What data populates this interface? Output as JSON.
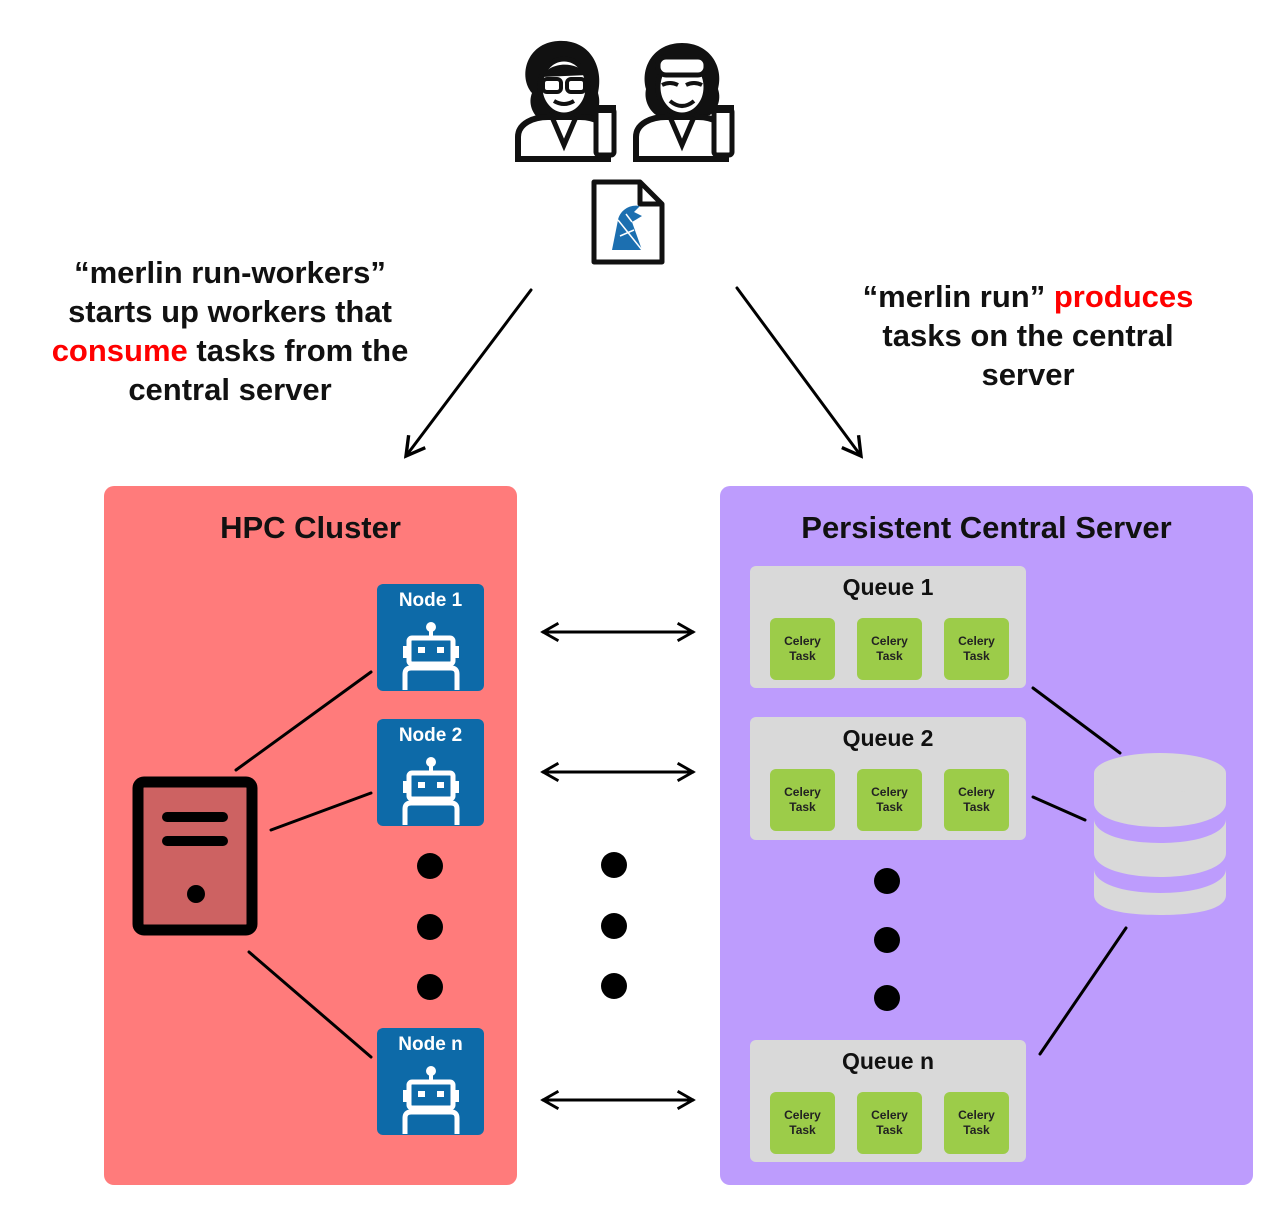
{
  "colors": {
    "hpc_panel": "#ff7b7b",
    "server_panel": "#bd9cfd",
    "node_box": "#0d6aa8",
    "queue_box": "#d9d9d9",
    "task_box": "#9ccc49",
    "highlight": "#ff0000",
    "db_shape": "#d9d9d9"
  },
  "left_caption": {
    "line1": "“merlin run-workers”",
    "line2": "starts up workers that",
    "line3_highlight": "consume",
    "line3_rest": " tasks from the",
    "line4": "central server"
  },
  "right_caption": {
    "line1_start": "“merlin run” ",
    "line1_highlight": "produces",
    "line2": "tasks on the central",
    "line3": "server"
  },
  "hpc": {
    "title": "HPC Cluster",
    "nodes": [
      {
        "label": "Node 1"
      },
      {
        "label": "Node 2"
      },
      {
        "label": "Node n"
      }
    ]
  },
  "server": {
    "title": "Persistent Central Server",
    "queues": [
      {
        "label": "Queue 1",
        "tasks": [
          "Celery\nTask",
          "Celery\nTask",
          "Celery\nTask"
        ]
      },
      {
        "label": "Queue 2",
        "tasks": [
          "Celery\nTask",
          "Celery\nTask",
          "Celery\nTask"
        ]
      },
      {
        "label": "Queue n",
        "tasks": [
          "Celery\nTask",
          "Celery\nTask",
          "Celery\nTask"
        ]
      }
    ]
  },
  "icons": {
    "scientists": [
      "scientist-woman-icon",
      "scientist-man-icon"
    ],
    "spec_file": "merlin-spec-file-icon",
    "login_server": "server-tower-icon",
    "robot": "robot-icon",
    "database": "database-icon",
    "arrows": "double-headed-arrow-icon"
  }
}
